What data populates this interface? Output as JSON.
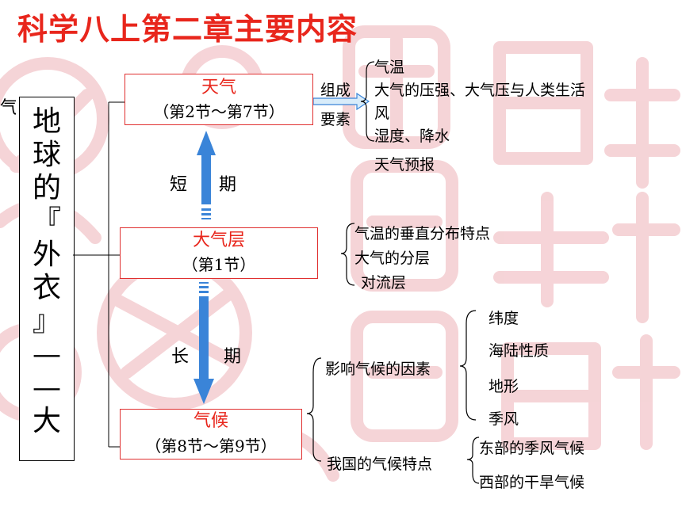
{
  "title": "科学八上第二章主要内容",
  "stray_char": "气",
  "main_title_chars": [
    "地",
    "球",
    "的",
    "『",
    "外",
    "衣",
    "』",
    "—",
    "—",
    "大"
  ],
  "nodes": {
    "weather": {
      "name": "天气",
      "sections": "（第2节～第7节）"
    },
    "atmosphere": {
      "name": "大气层",
      "sections": "（第1节）"
    },
    "climate": {
      "name": "气候",
      "sections": "（第8节～第9节）"
    }
  },
  "weather_elements": {
    "label_line1": "组成",
    "label_line2": "要素",
    "items": [
      "气温",
      "大气的压强、大气压与人类生活",
      "风",
      "湿度、降水"
    ],
    "forecast": "天气预报"
  },
  "arrows": {
    "short_term": [
      "短",
      "期"
    ],
    "long_term": [
      "长",
      "期"
    ]
  },
  "atmosphere_topics": [
    "气温的垂直分布特点",
    "大气的分层",
    "对流层"
  ],
  "climate_factors": {
    "label": "影响气候的因素",
    "items": [
      "纬度",
      "海陆性质",
      "地形",
      "季风"
    ]
  },
  "china_climate": {
    "label": "我国的气候特点",
    "items": [
      "东部的季风气候",
      "西部的干旱气候"
    ]
  },
  "colors": {
    "title": "#e8261c",
    "node_border": "#e03030",
    "arrow_blue": "#3a84d8",
    "watermark": "#f3c9cd"
  }
}
